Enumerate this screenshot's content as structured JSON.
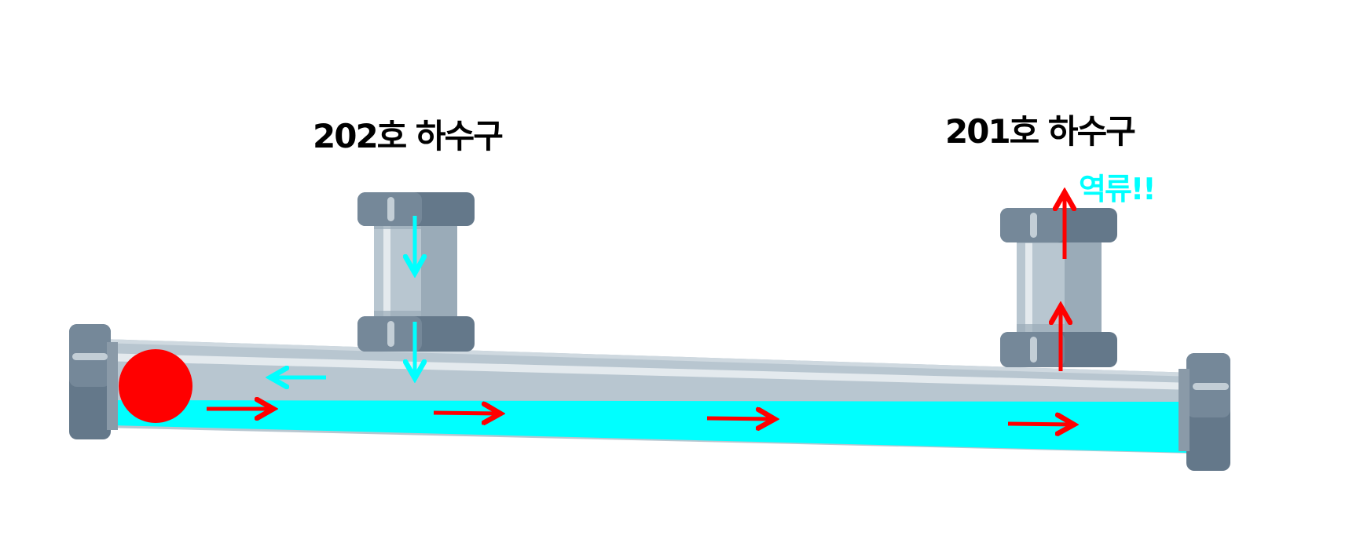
{
  "labels": {
    "left_drain": "202호 하수구",
    "right_drain": "201호 하수구",
    "warning": "역류!!"
  },
  "colors": {
    "water": "#00ffff",
    "flow_arrow": "#ff0000",
    "blockage": "#ff0000",
    "inflow_arrow": "#00ffff",
    "pipe_body": "#b8c6d0",
    "pipe_highlight": "#e4eaee",
    "flange_dark": "#64788a",
    "flange_light": "#758899"
  },
  "icons": {
    "blockage": "red-circle-blockage-icon",
    "flow": "right-arrow-icon",
    "backflow": "up-arrow-icon",
    "inflow": "down-arrow-icon",
    "reverse": "left-arrow-icon"
  }
}
